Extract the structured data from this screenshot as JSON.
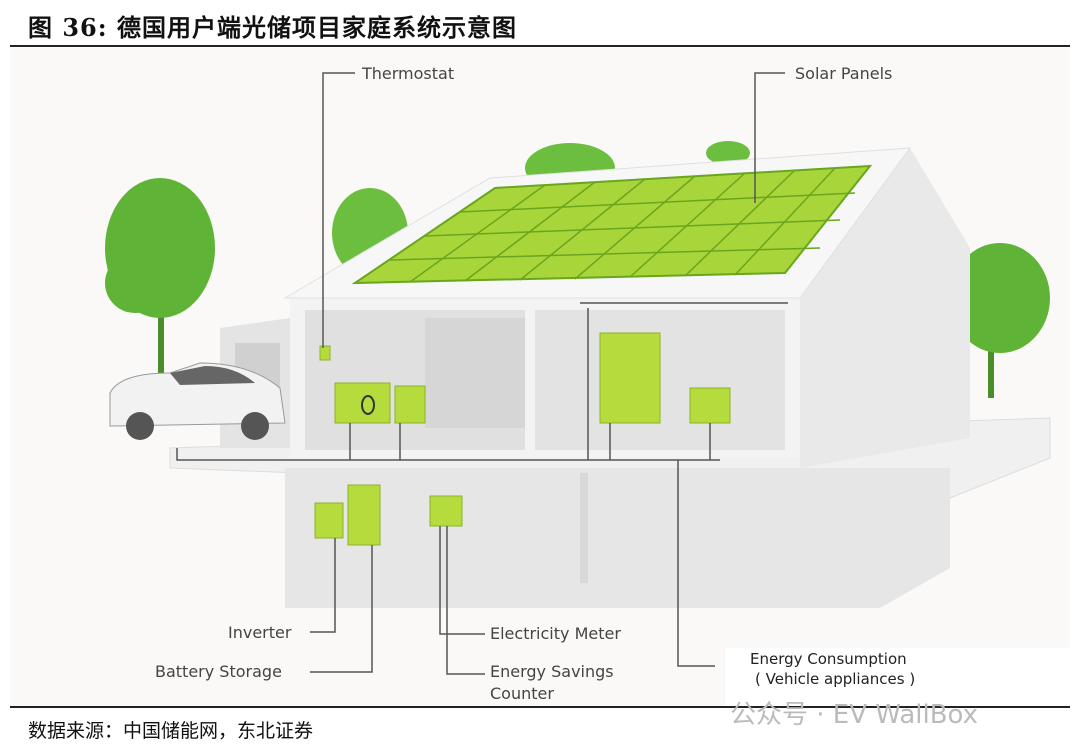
{
  "title": "图  36:  德国用户端光储项目家庭系统示意图",
  "diagram": {
    "labels": {
      "thermostat": "Thermostat",
      "solar_panels": "Solar Panels",
      "inverter": "Inverter",
      "battery_storage": "Battery Storage",
      "electricity_meter": "Electricity Meter",
      "energy_savings_line1": "Energy Savings",
      "energy_savings_line2": "Counter",
      "energy_consumption_line1": "Energy Consumption",
      "energy_consumption_line2": "( Vehicle appliances )"
    },
    "colors": {
      "accent": "#a8d63a",
      "panel_grid": "#6aa51e",
      "tree": "#5fb336",
      "wall": "#ececec"
    }
  },
  "source": "数据来源：中国储能网，东北证券",
  "watermark": "公众号 · EV WallBox"
}
